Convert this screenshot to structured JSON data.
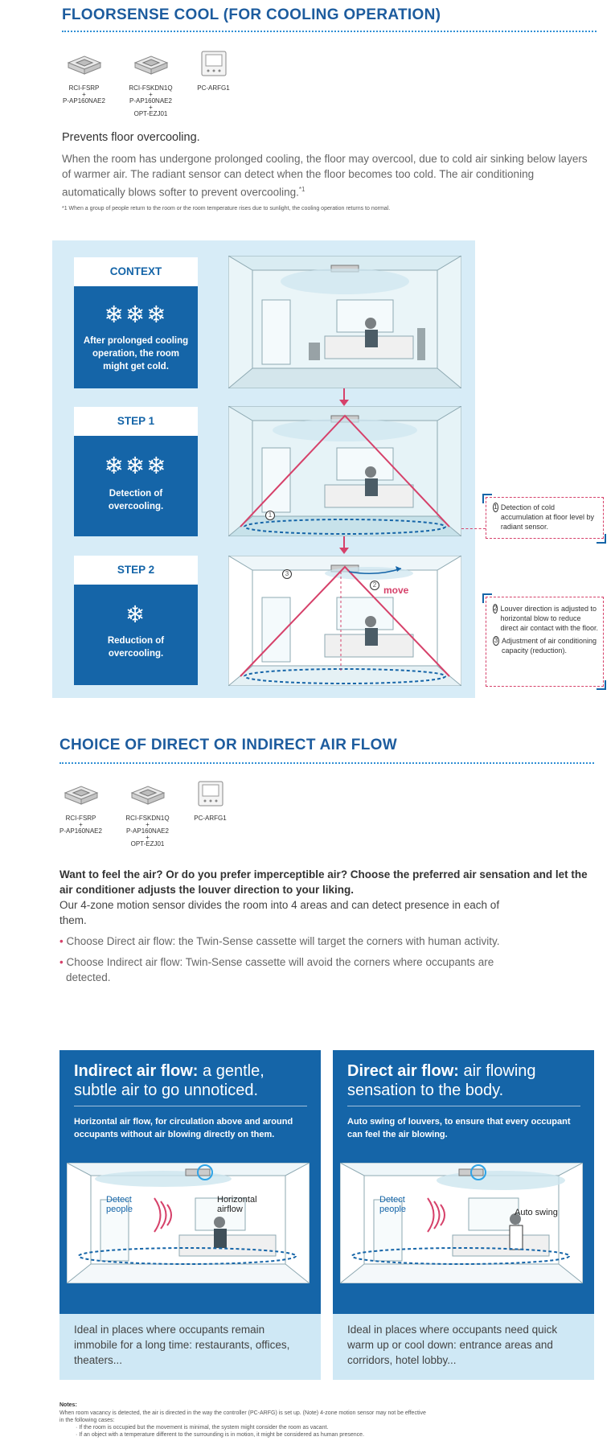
{
  "section1": {
    "title": "FLOORSENSE COOL (FOR COOLING OPERATION)",
    "products": [
      {
        "lines": [
          "RCI-FSRP",
          "+",
          "P-AP160NAE2"
        ]
      },
      {
        "lines": [
          "RCI-FSKDN1Q",
          "+",
          "P-AP160NAE2",
          "+",
          "OPT-EZJ01"
        ]
      },
      {
        "lines": [
          "PC-ARFG1"
        ]
      }
    ],
    "lead": "Prevents floor overcooling.",
    "body": "When the room has undergone prolonged cooling, the floor may overcool, due to cold air sinking below layers of warmer air. The radiant sensor can detect when the floor becomes too cold. The air conditioning automatically blows softer to prevent overcooling.",
    "body_sup": "*1",
    "footnote": "*1  When a group of people return to the room or the room temperature rises due to sunlight, the cooling operation returns to normal."
  },
  "diagram": {
    "context": {
      "tag": "CONTEXT",
      "icons": "❄❄❄",
      "text": "After prolonged cooling operation, the room might get cold."
    },
    "step1": {
      "tag": "STEP 1",
      "icons": "❄❄❄",
      "text": "Detection of overcooling."
    },
    "step2": {
      "tag": "STEP 2",
      "icons": "❄",
      "text": "Reduction of overcooling."
    },
    "markers": {
      "one": "1",
      "two": "2",
      "three": "3"
    },
    "move_label": "move",
    "callout1": {
      "num": "1",
      "text": "Detection of cold accumulation at floor level by radiant sensor."
    },
    "callout2": {
      "num": "2",
      "text": "Louver direction is adjusted to horizontal blow to reduce direct air contact with the floor."
    },
    "callout3": {
      "num": "3",
      "text": "Adjustment of air conditioning capacity (reduction)."
    }
  },
  "section2": {
    "title": "CHOICE OF DIRECT OR INDIRECT AIR FLOW",
    "products": [
      {
        "lines": [
          "RCI-FSRP",
          "+",
          "P-AP160NAE2"
        ]
      },
      {
        "lines": [
          "RCI-FSKDN1Q",
          "+",
          "P-AP160NAE2",
          "+",
          "OPT-EZJ01"
        ]
      },
      {
        "lines": [
          "PC-ARFG1"
        ]
      }
    ],
    "lead": "Want to feel the air? Or do you prefer imperceptible air? Choose the preferred air sensation and let the air conditioner adjusts the louver direction to your liking.",
    "body": "Our 4-zone motion sensor divides the room into 4 areas and can detect presence in each of them.",
    "bullets": [
      "Choose Direct air flow: the Twin-Sense cassette will target the corners with human activity.",
      "Choose Indirect air flow: Twin-Sense cassette will avoid the corners where occupants are detected."
    ]
  },
  "panels": {
    "indirect": {
      "title_bold": "Indirect air flow:",
      "title_rest": " a gentle, subtle air to go unnoticed.",
      "sub": "Horizontal air flow, for circulation above and around occupants without air blowing directly on them.",
      "label_detect": "Detect people",
      "label_flow": "Horizontal airflow",
      "bottom": "Ideal in places where occupants remain immobile for a long time: restaurants, offices, theaters..."
    },
    "direct": {
      "title_bold": "Direct air flow:",
      "title_rest": " air flowing sensation to the body.",
      "sub": "Auto swing of louvers, to ensure that every occupant can feel the air blowing.",
      "label_detect": "Detect people",
      "label_flow": "Auto swing",
      "bottom": "Ideal in places where occupants need quick warm up or cool down: entrance areas and corridors, hotel lobby..."
    }
  },
  "notes": {
    "title": "Notes:",
    "line1": "When room vacancy is detected, the air is directed in the way the controller (PC-ARFG) is set up. (Note) 4-zone motion sensor may not be effective",
    "line2": "in the following cases:",
    "line3": "· If the room is occupied but the movement is minimal, the system might consider the room as vacant.",
    "line4": "· If an object with a temperature different to the surrounding is in motion, it might be considered as human presence."
  },
  "colors": {
    "brand": "#1d5c9e",
    "tile": "#1565a8",
    "accent": "#d6416a",
    "panel_bg": "#d7ecf7"
  }
}
